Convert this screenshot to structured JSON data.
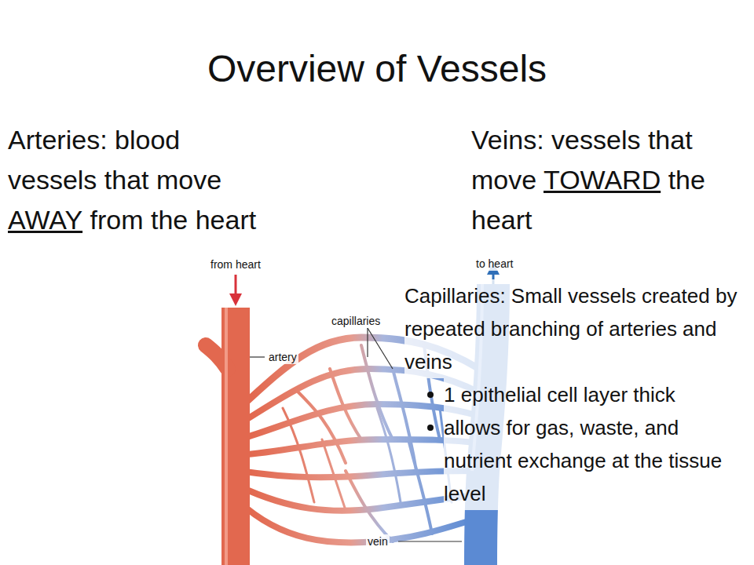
{
  "diagram": {
    "title": "Overview of Vessels",
    "labels": [
      "Arteries: blood vessels that move AWAY from the heart",
      "Veins: vessels that move TOWARD the heart",
      "from heart",
      "to heart",
      "capillaries",
      "artery",
      "vein",
      "Capillaries: Small vessels created by repeated branching of arteries and veins",
      "1 epithelial cell layer thick",
      "allows for gas, waste, and nutrient exchange at the tissue level"
    ]
  }
}
